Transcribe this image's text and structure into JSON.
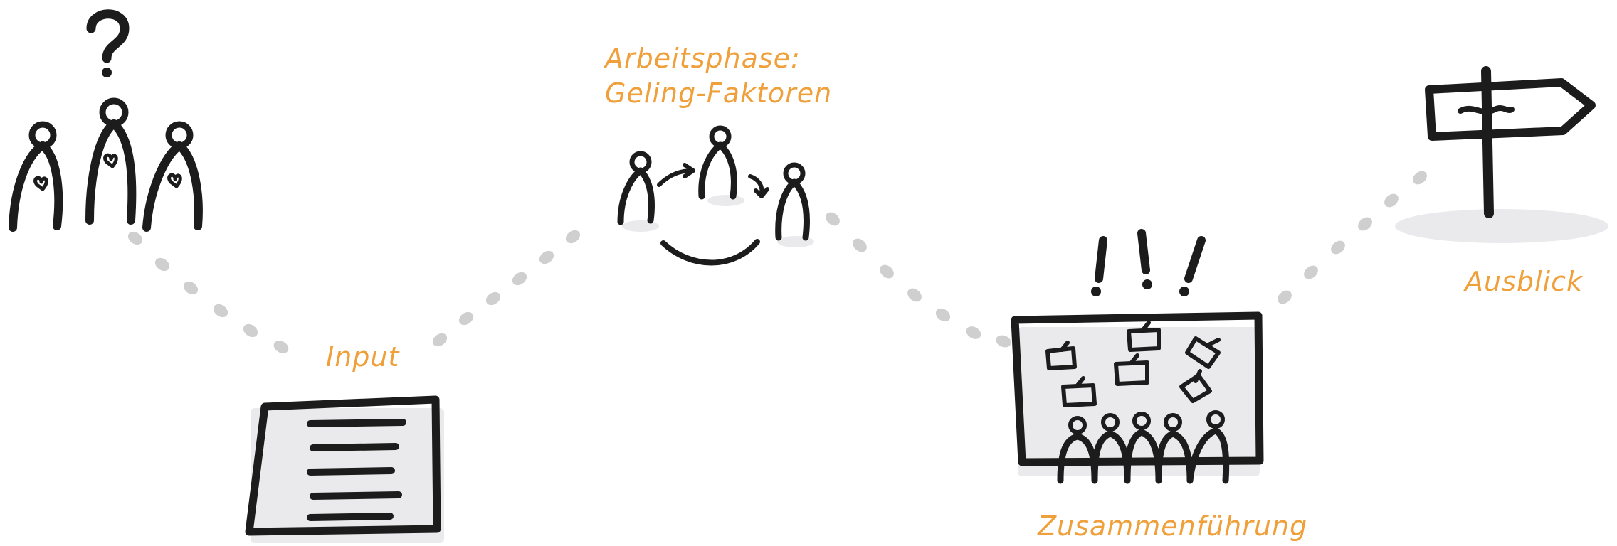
{
  "diagram": {
    "stages": [
      {
        "id": "start",
        "label": ""
      },
      {
        "id": "input",
        "label": "Input"
      },
      {
        "id": "work",
        "label": "Arbeitsphase:\nGeling-Faktoren"
      },
      {
        "id": "merge",
        "label": "Zusammenführung"
      },
      {
        "id": "outlook",
        "label": "Ausblick"
      }
    ],
    "colors": {
      "label": "#f0a03a",
      "ink": "#1c1c1c",
      "connector": "#cfcfcf"
    },
    "icons": [
      "people-question-icon",
      "document-icon",
      "team-cycle-icon",
      "board-audience-icon",
      "signpost-icon"
    ]
  }
}
